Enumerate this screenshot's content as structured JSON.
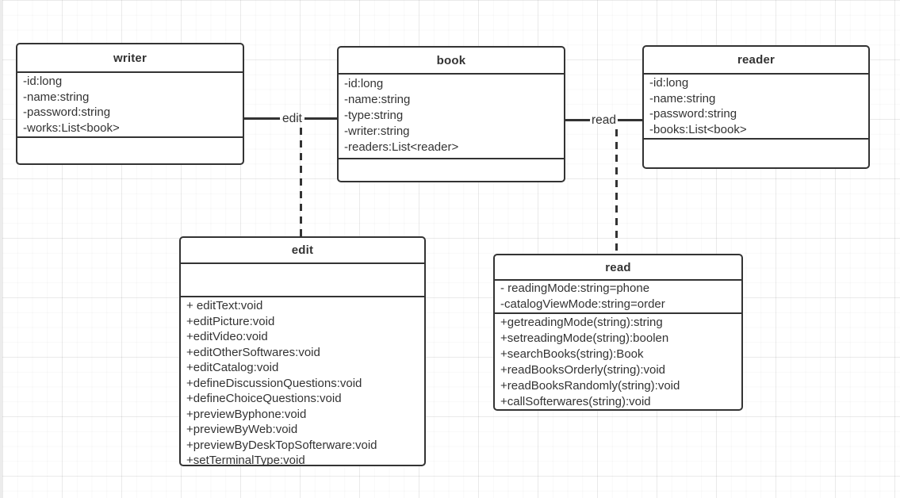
{
  "diagram": {
    "colors": {
      "stroke": "#333333",
      "text": "#333333",
      "background": "#ffffff"
    },
    "classes": [
      {
        "title": "writer",
        "attributes": [
          "-id:long",
          "-name:string",
          "-password:string",
          "-works:List<book>"
        ],
        "methods": []
      },
      {
        "title": "book",
        "attributes": [
          "-id:long",
          "-name:string",
          "-type:string",
          "-writer:string",
          "-readers:List<reader>"
        ],
        "methods": []
      },
      {
        "title": "reader",
        "attributes": [
          "-id:long",
          "-name:string",
          "-password:string",
          "-books:List<book>"
        ],
        "methods": []
      },
      {
        "title": "edit",
        "attributes": [],
        "methods": [
          "+ editText:void",
          "+editPicture:void",
          "+editVideo:void",
          "+editOtherSoftwares:void",
          "+editCatalog:void",
          "+defineDiscussionQuestions:void",
          "+defineChoiceQuestions:void",
          "+previewByphone:void",
          "+previewByWeb:void",
          "+previewByDeskTopSofterware:void",
          "+setTerminalType:void"
        ]
      },
      {
        "title": "read",
        "attributes": [
          "- readingMode:string=phone",
          "-catalogViewMode:string=order"
        ],
        "methods": [
          "+getreadingMode(string):string",
          "+setreadingMode(string):boolen",
          "+searchBooks(string):Book",
          "+readBooksOrderly(string):void",
          "+readBooksRandomly(string):void",
          "+callSofterwares(string):void"
        ]
      }
    ],
    "connections": [
      {
        "label": "edit",
        "from": "writer",
        "to": "book",
        "dashed_to_class": "edit"
      },
      {
        "label": "read",
        "from": "book",
        "to": "reader",
        "dashed_to_class": "read"
      }
    ]
  }
}
